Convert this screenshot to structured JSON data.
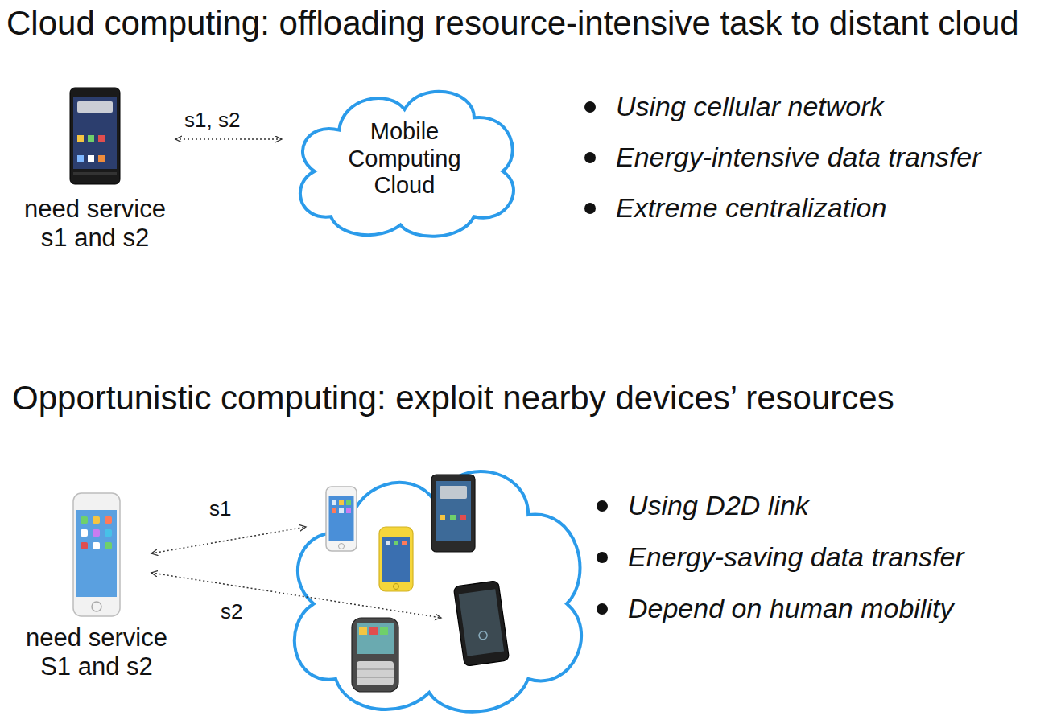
{
  "diagram": {
    "title": "Cloud computing: offloading resource-intensive task to distant cloud",
    "nodes": [
      {
        "text": [
          "need service s1 and s2"
        ]
      },
      {
        "text": [
          "Mobile Computing Cloud"
        ]
      },
      {
        "text": [
          "need service S1 and s2"
        ]
      }
    ],
    "edges": [
      {
        "from": 0,
        "to": 1,
        "label": "s1, s2",
        "arrow": "both"
      }
    ],
    "labels": [
      "Opportunistic computing: exploit nearby devices’ resources",
      "Using cellular network",
      "Energy-intensive data transfer",
      "Extreme centralization",
      "s1",
      "s2",
      "Using D2D link",
      "Energy-saving data transfer",
      "Depend on human mobility"
    ]
  }
}
